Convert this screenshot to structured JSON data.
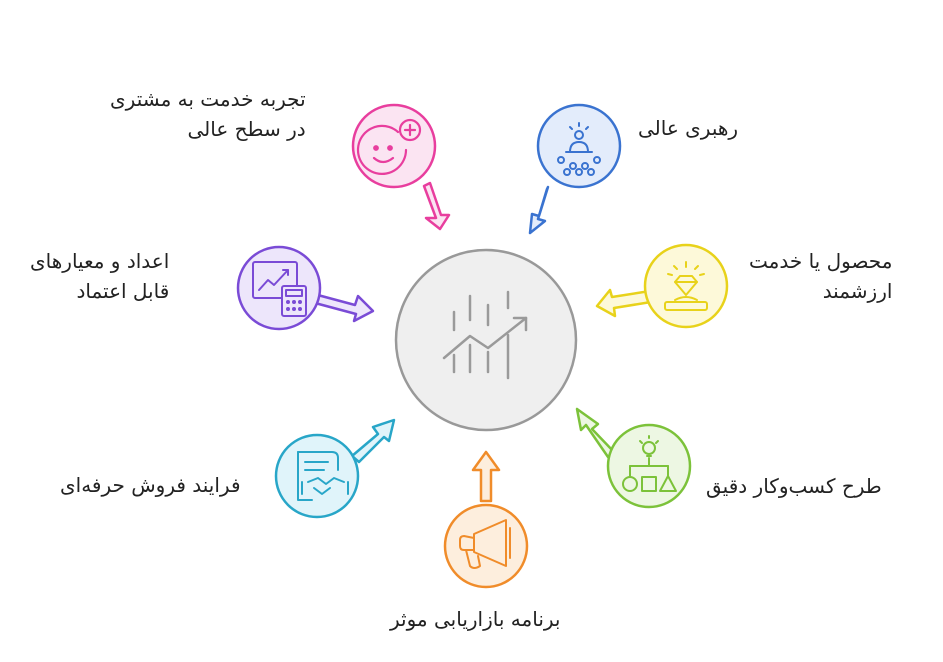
{
  "items": [
    {
      "key": "customer",
      "lines": [
        "تجربه خدمت به مشتری",
        "در سطح عالی"
      ],
      "color": "#e83e9e",
      "fill": "#fbe4f2",
      "icon": "smile-plus-icon"
    },
    {
      "key": "leadership",
      "lines": [
        "رهبری عالی"
      ],
      "color": "#3a73d0",
      "fill": "#e3ecfb",
      "icon": "leader-audience-icon"
    },
    {
      "key": "metrics",
      "lines": [
        "اعداد و معیارهای",
        "قابل اعتماد"
      ],
      "color": "#7a4bd6",
      "fill": "#ede6fb",
      "icon": "chart-calculator-icon"
    },
    {
      "key": "product",
      "lines": [
        "محصول یا خدمت",
        "ارزشمند"
      ],
      "color": "#e8d21a",
      "fill": "#fdf9d9",
      "icon": "diamond-stand-icon"
    },
    {
      "key": "sales",
      "lines": [
        "فرایند فروش حرفه‌ای"
      ],
      "color": "#28a6c8",
      "fill": "#e0f4fa",
      "icon": "contract-handshake-icon"
    },
    {
      "key": "business",
      "lines": [
        "طرح کسب‌وکار دقیق"
      ],
      "color": "#7cc23a",
      "fill": "#edf7e3",
      "icon": "idea-flowchart-icon"
    },
    {
      "key": "marketing",
      "lines": [
        "برنامه بازاریابی موثر"
      ],
      "color": "#f08c2a",
      "fill": "#fdeedd",
      "icon": "megaphone-icon"
    }
  ],
  "center": {
    "icon": "growth-chart-icon",
    "color": "#9a9a9a",
    "fill": "#f0f0f0"
  }
}
